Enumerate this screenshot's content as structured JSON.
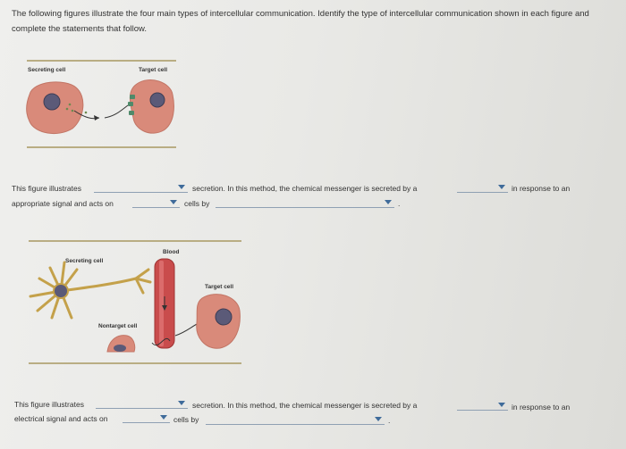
{
  "instructions": "The following figures illustrate the four main types of intercellular communication. Identify the type of intercellular communication shown in each figure and complete the statements that follow.",
  "figure1": {
    "secreting_label": "Secreting cell",
    "target_label": "Target cell"
  },
  "statement1": {
    "part1": "This figure illustrates",
    "part2": "secretion. In this method, the chemical messenger is secreted by a",
    "part3": "in response to an",
    "part4": "appropriate signal and acts on",
    "part5": "cells by",
    "end": "."
  },
  "figure2": {
    "blood_label": "Blood",
    "secreting_label": "Secreting cell",
    "target_label": "Target cell",
    "nontarget_label": "Nontarget cell"
  },
  "statement2": {
    "part1": "This figure illustrates",
    "part2": "secretion. In this method, the chemical messenger is secreted by a",
    "part3": "in response to an",
    "part4": "electrical signal and acts on",
    "part5": "cells by",
    "end": "."
  },
  "colors": {
    "cell_body": "#d98a7a",
    "nucleus": "#5b5a78",
    "rule": "#b9ad83",
    "dropdown_arrow": "#3f6b9a"
  }
}
